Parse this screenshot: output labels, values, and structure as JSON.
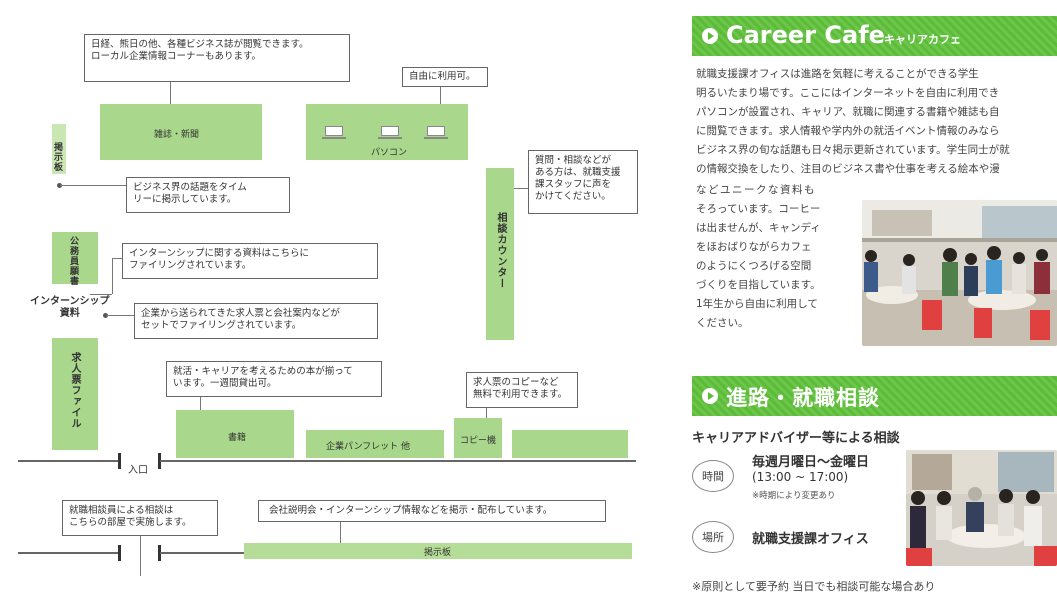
{
  "map": {
    "magazine_note": "日経、熊日の他、各種ビジネス誌が閲覧できます。\nローカル企業情報コーナーもあります。",
    "free_use": "自由に利用可。",
    "magazine_label": "雑誌・新聞",
    "pc_label": "パソコン",
    "board_label": "掲示板",
    "business_topics_note": "ビジネス界の話題をタイム\nリーに掲示しています。",
    "consult_note": "質問・相談などが\nある方は、就職支援\n課スタッフに声を\nかけてください。",
    "counter_label": "相談カウンター",
    "civil_service_label": "公務員願書",
    "internship_note": "インターンシップに関する資料はこちらに\nファイリングされています。",
    "internship_label": "インターンシップ\n資料",
    "jobs_note": "企業から送られてきた求人票と会社案内などが\nセットでファイリングされています。",
    "job_file_label": "求人票ファイル",
    "books_note": "就活・キャリアを考えるための本が揃って\nいます。一週間貸出可。",
    "copy_note": "求人票のコピーなど\n無料で利用できます。",
    "books_label": "書籍",
    "pamphlet_label": "企業パンフレット 他",
    "copier_label": "コピー機",
    "entrance_label": "入口",
    "counselor_note": "就職相談員による相談は\nこちらの部屋で実施します。",
    "info_note": "会社説明会・インターンシップ情報などを掲示・配布しています。",
    "bottom_board_label": "掲示板"
  },
  "career_cafe": {
    "title": "Career Cafe",
    "subtitle": "キャリアカフェ",
    "lines_full": [
      "就職支援課オフィスは進路を気軽に考えることができる学生",
      "明るいたまり場です。ここにはインターネットを自由に利用でき",
      "パソコンが設置され、キャリア、就職に関連する書籍や雑誌も自",
      "に閲覧できます。求人情報や学内外の就活イベント情報のみなら",
      "ビジネス界の旬な話題も日々掲示更新されています。学生同士が就",
      "の情報交換をしたり、注目のビジネス書や仕事を考える絵本や漫"
    ],
    "lines_short": [
      "などユニークな資料も",
      "そろっています。コーヒー",
      "は出ませんが、キャンディ",
      "をほおばりながらカフェ",
      "のようにくつろげる空間",
      "づくりを目指しています。",
      "1年生から自由に利用して",
      "ください。"
    ]
  },
  "consultation": {
    "title": "進路・就職相談",
    "subheading": "キャリアアドバイザー等による相談",
    "time_label": "時間",
    "time_value": "毎週月曜日～金曜日",
    "time_hours": "(13:00 ~ 17:00)",
    "time_note": "※時期により変更あり",
    "place_label": "場所",
    "place_value": "就職支援課オフィス",
    "footnote": "※原則として要予約 当日でも相談可能な場合あり"
  }
}
